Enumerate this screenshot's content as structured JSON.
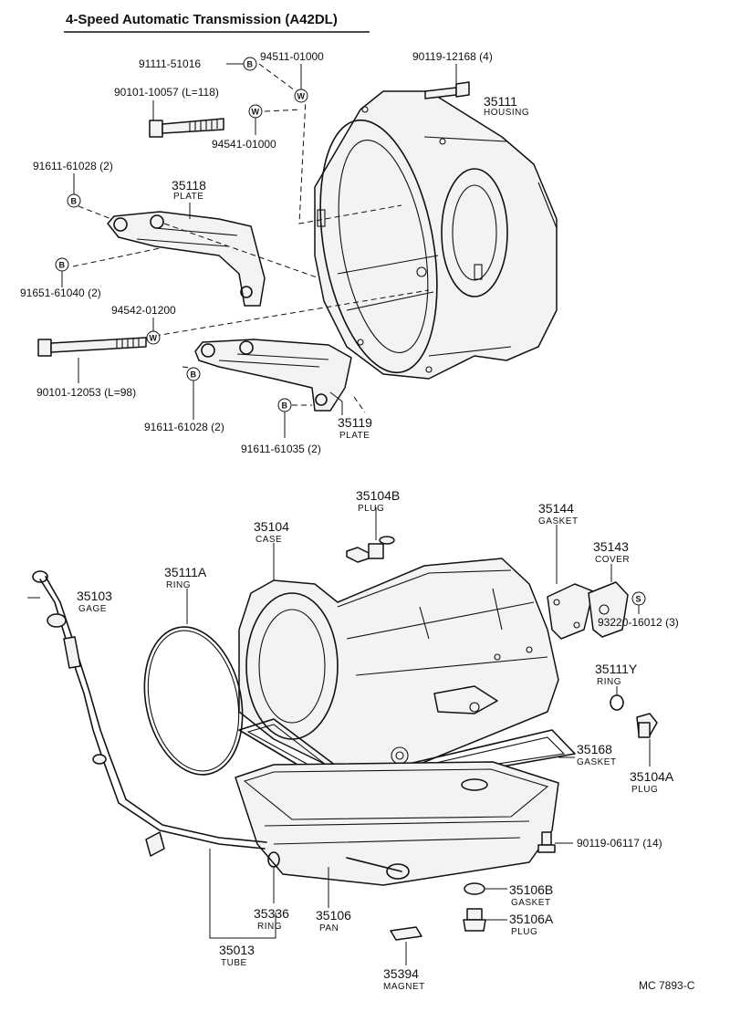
{
  "title": "4-Speed Automatic Transmission (A42DL)",
  "footer_code": "MC  7893-C",
  "parts": {
    "housing": {
      "num": "35111",
      "name": "HOUSING"
    },
    "plate_upper": {
      "num": "35118",
      "name": "PLATE"
    },
    "plate_lower": {
      "num": "35119",
      "name": "PLATE"
    },
    "case": {
      "num": "35104",
      "name": "CASE"
    },
    "plug_b": {
      "num": "35104B",
      "name": "PLUG"
    },
    "gasket_top": {
      "num": "35144",
      "name": "GASKET"
    },
    "cover": {
      "num": "35143",
      "name": "COVER"
    },
    "ring_a": {
      "num": "35111A",
      "name": "RING"
    },
    "gage": {
      "num": "35103",
      "name": "GAGE"
    },
    "ring_y": {
      "num": "35111Y",
      "name": "RING"
    },
    "plug_a": {
      "num": "35104A",
      "name": "PLUG"
    },
    "gasket_pan": {
      "num": "35168",
      "name": "GASKET"
    },
    "ring_tube": {
      "num": "35336",
      "name": "RING"
    },
    "pan": {
      "num": "35106",
      "name": "PAN"
    },
    "tube": {
      "num": "35013",
      "name": "TUBE"
    },
    "magnet": {
      "num": "35394",
      "name": "MAGNET"
    },
    "drain_gasket": {
      "num": "35106B",
      "name": "GASKET"
    },
    "drain_plug": {
      "num": "35106A",
      "name": "PLUG"
    }
  },
  "fasteners": {
    "f1": "91111-51016",
    "f2": "94511-01000",
    "f3": "90119-12168 (4)",
    "f4": "90101-10057 (L=118)",
    "f5": "94541-01000",
    "f6": "91611-61028 (2)",
    "f7": "91651-61040 (2)",
    "f8": "94542-01200",
    "f9": "90101-12053 (L=98)",
    "f10": "91611-61028 (2)",
    "f11": "91611-61035 (2)",
    "f12": "93220-16012 (3)",
    "f13": "90119-06117 (14)"
  },
  "badges": {
    "b": "B",
    "w": "W",
    "s": "S"
  }
}
